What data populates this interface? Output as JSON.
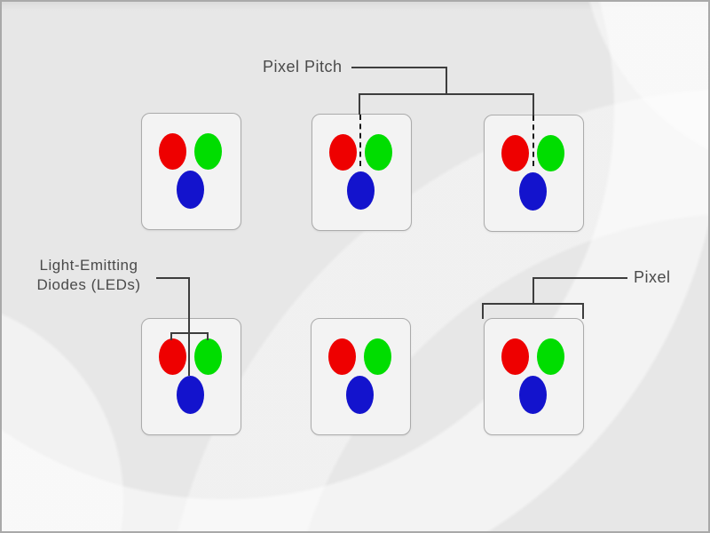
{
  "diagram": {
    "pixel_pitch_label": "Pixel Pitch",
    "led_label_line1": "Light-Emitting",
    "led_label_line2": "Diodes (LEDs)",
    "pixel_label": "Pixel"
  },
  "pixels": [
    {
      "row": 1,
      "col": 1,
      "leds": [
        "red",
        "green",
        "blue"
      ]
    },
    {
      "row": 1,
      "col": 2,
      "leds": [
        "red",
        "green",
        "blue"
      ],
      "pitch_reference_line": true
    },
    {
      "row": 1,
      "col": 3,
      "leds": [
        "red",
        "green",
        "blue"
      ],
      "pitch_reference_line": true
    },
    {
      "row": 2,
      "col": 1,
      "leds": [
        "red",
        "green",
        "blue"
      ],
      "led_callout": true
    },
    {
      "row": 2,
      "col": 2,
      "leds": [
        "red",
        "green",
        "blue"
      ]
    },
    {
      "row": 2,
      "col": 3,
      "leds": [
        "red",
        "green",
        "blue"
      ],
      "pixel_callout": true
    }
  ],
  "colors": {
    "background": "#e7e7e7",
    "frame_border": "#a9a9a9",
    "square_fill": "#f3f3f3",
    "square_border": "#ababab",
    "connector_line": "#3d3d3d",
    "dashed_line": "#1a1a1a",
    "text": "#4a4a4a",
    "led_red": "#ee0000",
    "led_green": "#00dd00",
    "led_blue": "#1313cd"
  }
}
